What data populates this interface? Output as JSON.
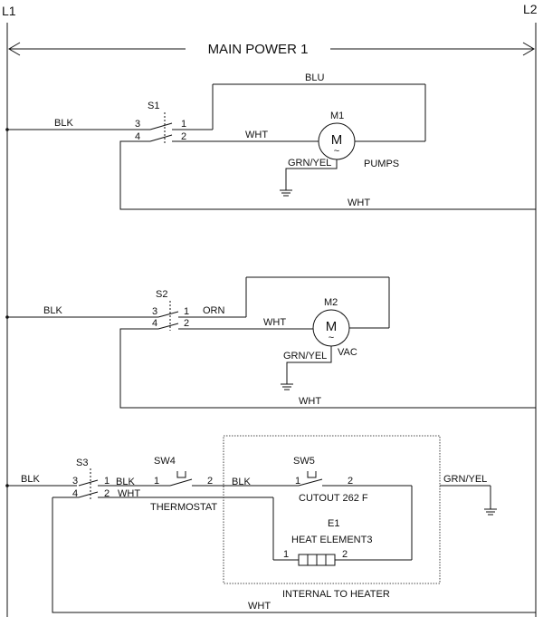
{
  "rails": {
    "left": "L1",
    "right": "L2"
  },
  "power_label": "MAIN POWER 1",
  "circuit1": {
    "wire_blk": "BLK",
    "wire_blu": "BLU",
    "wire_wht_motor": "WHT",
    "wire_wht_return": "WHT",
    "wire_ground": "GRN/YEL",
    "switch": {
      "name": "S1",
      "t3": "3",
      "t4": "4",
      "t1": "1",
      "t2": "2"
    },
    "motor": {
      "name": "M1",
      "symbol": "M",
      "tilde": "~",
      "label": "PUMPS"
    }
  },
  "circuit2": {
    "wire_blk": "BLK",
    "wire_orn": "ORN",
    "wire_wht_motor": "WHT",
    "wire_wht_return": "WHT",
    "wire_ground": "GRN/YEL",
    "switch": {
      "name": "S2",
      "t3": "3",
      "t4": "4",
      "t1": "1",
      "t2": "2"
    },
    "motor": {
      "name": "M2",
      "symbol": "M",
      "tilde": "~",
      "label": "VAC"
    }
  },
  "circuit3": {
    "wire_blk_in": "BLK",
    "wire_blk_s3": "BLK",
    "wire_wht_s3": "WHT",
    "wire_blk_sw4": "BLK",
    "wire_ground": "GRN/YEL",
    "wire_wht_return": "WHT",
    "switch": {
      "name": "S3",
      "t3": "3",
      "t4": "4",
      "t1": "1",
      "t2": "2"
    },
    "thermostat": {
      "name": "SW4",
      "t1": "1",
      "t2": "2",
      "label": "THERMOSTAT"
    },
    "cutout": {
      "name": "SW5",
      "t1": "1",
      "t2": "2",
      "label": "CUTOUT 262 F"
    },
    "heater": {
      "name": "E1",
      "label": "HEAT ELEMENT3",
      "t1": "1",
      "t2": "2"
    },
    "box_label": "INTERNAL TO HEATER"
  }
}
